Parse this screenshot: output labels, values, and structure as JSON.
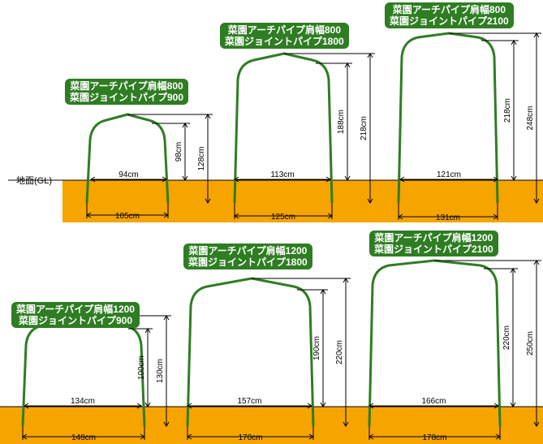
{
  "ground_label": "地面(GL)",
  "colors": {
    "soil": "#f5a400",
    "arch": "#2f7d23",
    "badge_bg": "#2f7d23",
    "badge_text": "#ffffff",
    "dim_line": "#000000"
  },
  "tunnels": [
    {
      "id": "t1",
      "arch_label": "菜園アーチパイプ肩幅800",
      "joint_label": "菜園ジョイントパイプ900",
      "top_width": "94cm",
      "base_width": "105cm",
      "shoulder_height": "98cm",
      "total_height": "128cm"
    },
    {
      "id": "t2",
      "arch_label": "菜園アーチパイプ肩幅800",
      "joint_label": "菜園ジョイントパイプ1800",
      "top_width": "113cm",
      "base_width": "125cm",
      "shoulder_height": "188cm",
      "total_height": "218cm"
    },
    {
      "id": "t3",
      "arch_label": "菜園アーチパイプ肩幅800",
      "joint_label": "菜園ジョイントパイプ2100",
      "top_width": "121cm",
      "base_width": "131cm",
      "shoulder_height": "218cm",
      "total_height": "248cm"
    },
    {
      "id": "t4",
      "arch_label": "菜園アーチパイプ肩幅1200",
      "joint_label": "菜園ジョイントパイプ900",
      "top_width": "134cm",
      "base_width": "148cm",
      "shoulder_height": "100cm",
      "total_height": "130cm"
    },
    {
      "id": "t5",
      "arch_label": "菜園アーチパイプ肩幅1200",
      "joint_label": "菜園ジョイントパイプ1800",
      "top_width": "157cm",
      "base_width": "170cm",
      "shoulder_height": "190cm",
      "total_height": "220cm"
    },
    {
      "id": "t6",
      "arch_label": "菜園アーチパイプ肩幅1200",
      "joint_label": "菜園ジョイントパイプ2100",
      "top_width": "166cm",
      "base_width": "178cm",
      "shoulder_height": "220cm",
      "total_height": "250cm"
    }
  ]
}
